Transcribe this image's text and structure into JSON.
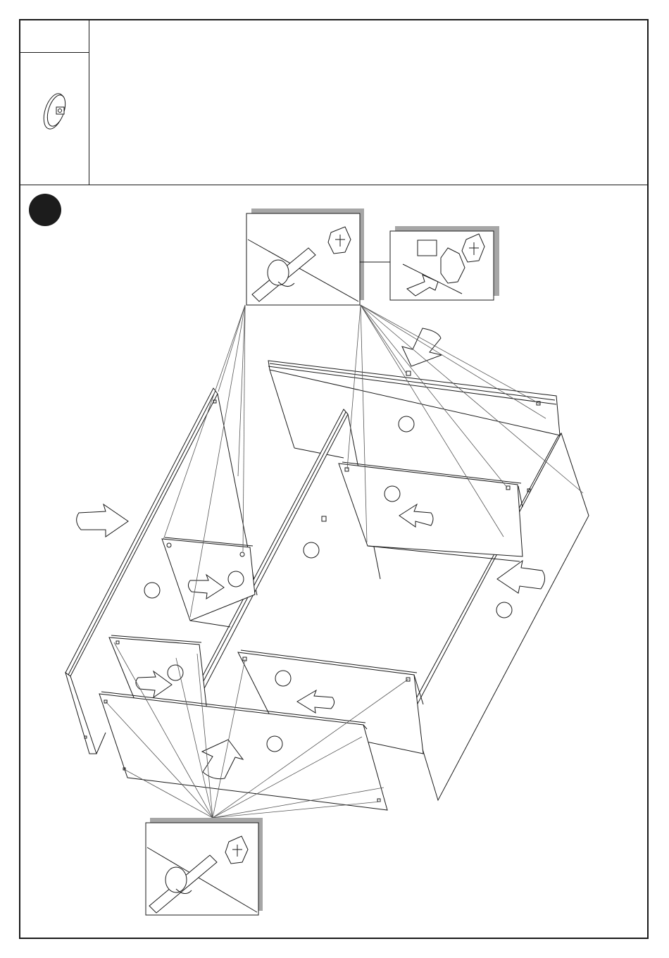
{
  "sheet": {
    "step_number": "",
    "part_quantity": "",
    "colors": {
      "line": "#1a1a1a",
      "shadow": "#a6a6a6",
      "badge": "#1c1c1c",
      "paper": "#ffffff"
    }
  },
  "parts": [
    {
      "icon": "cam-lock-icon"
    }
  ],
  "details": [
    {
      "icon": "cam-bolt-detail-icon"
    },
    {
      "icon": "cam-turn-detail-icon"
    },
    {
      "icon": "cam-bolt-detail-icon"
    }
  ],
  "panels": [
    {
      "icon": "left-side-panel"
    },
    {
      "icon": "back-panel"
    },
    {
      "icon": "middle-divider-panel"
    },
    {
      "icon": "right-side-panel"
    },
    {
      "icon": "front-top-panel"
    },
    {
      "icon": "inner-shelf-panel"
    },
    {
      "icon": "front-bottom-panel"
    },
    {
      "icon": "small-shelf-panel"
    },
    {
      "icon": "inner-back-panel"
    }
  ],
  "arrows": [
    {
      "icon": "insert-arrow-icon",
      "direction": "right"
    },
    {
      "icon": "insert-arrow-icon",
      "direction": "down-left"
    },
    {
      "icon": "insert-arrow-icon",
      "direction": "left"
    },
    {
      "icon": "insert-arrow-icon",
      "direction": "left"
    },
    {
      "icon": "insert-arrow-icon",
      "direction": "right"
    },
    {
      "icon": "insert-arrow-icon",
      "direction": "right"
    },
    {
      "icon": "insert-arrow-icon",
      "direction": "left"
    },
    {
      "icon": "insert-arrow-icon",
      "direction": "up"
    }
  ]
}
